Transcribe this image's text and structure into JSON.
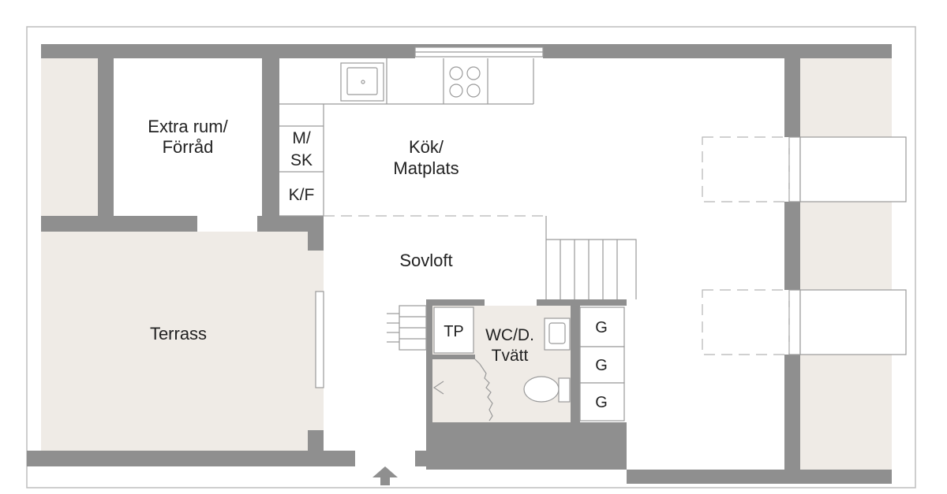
{
  "rooms": {
    "extra_line1": "Extra rum/",
    "extra_line2": "Förråd",
    "kitchen_line1": "Kök/",
    "kitchen_line2": "Matplats",
    "sovloft": "Sovloft",
    "terrass": "Terrass",
    "wc_line1": "WC/D.",
    "wc_line2": "Tvätt"
  },
  "fixtures": {
    "m_sk_line1": "M/",
    "m_sk_line2": "SK",
    "kf": "K/F",
    "tp": "TP",
    "g1": "G",
    "g2": "G",
    "g3": "G"
  },
  "colors": {
    "wall": "#8f8f8f",
    "terrace_floor": "#efebe6",
    "fixture_line": "#9a9a9a",
    "text": "#222222"
  }
}
